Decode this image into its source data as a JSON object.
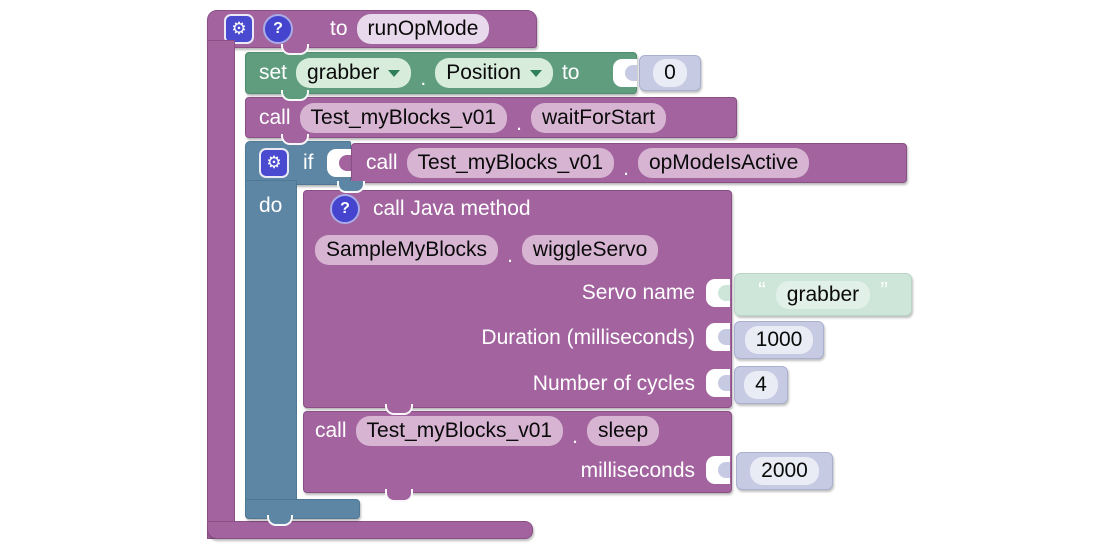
{
  "colors": {
    "procedure_purple": "#a2639e",
    "actuator_green": "#5f9d7e",
    "logic_blue": "#5d85a4",
    "number_block": "#c6cae3",
    "string_block": "#cde6d9",
    "mutator_chip": "#4a4ad0",
    "help_chip": "#4444cf"
  },
  "icons": {
    "gear": "⚙",
    "help": "?"
  },
  "run_op_mode": {
    "to_label": "to",
    "name": "runOpMode"
  },
  "set_block": {
    "set_label": "set",
    "variable": "grabber",
    "dot": ".",
    "property": "Position",
    "to_label": "to",
    "value": "0"
  },
  "wait_block": {
    "call_label": "call",
    "target": "Test_myBlocks_v01",
    "dot": ".",
    "method": "waitForStart"
  },
  "if_block": {
    "if_label": "if",
    "do_label": "do",
    "condition": {
      "call_label": "call",
      "target": "Test_myBlocks_v01",
      "dot": ".",
      "method": "opModeIsActive"
    }
  },
  "java_method_block": {
    "title": "call Java method",
    "class_name": "SampleMyBlocks",
    "dot": ".",
    "method": "wiggleServo",
    "params": [
      {
        "label": "Servo name",
        "type": "string",
        "open_quote": "“",
        "value": "grabber",
        "close_quote": "”"
      },
      {
        "label": "Duration (milliseconds)",
        "type": "number",
        "value": "1000"
      },
      {
        "label": "Number of cycles",
        "type": "number",
        "value": "4"
      }
    ]
  },
  "sleep_block": {
    "call_label": "call",
    "target": "Test_myBlocks_v01",
    "dot": ".",
    "method": "sleep",
    "param": {
      "label": "milliseconds",
      "value": "2000"
    }
  }
}
